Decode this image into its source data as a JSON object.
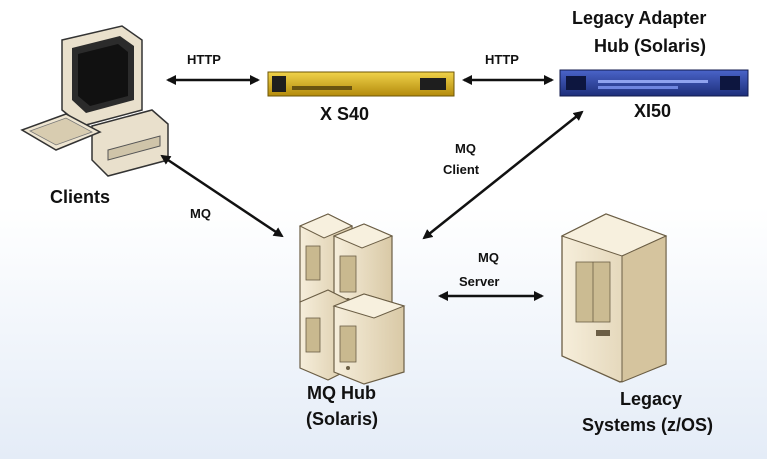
{
  "nodes": {
    "clients": "Clients",
    "xs40": "X S40",
    "xi50_title_line1": "Legacy Adapter",
    "xi50_title_line2": "Hub (Solaris)",
    "xi50": "XI50",
    "mq_hub_line1": "MQ Hub",
    "mq_hub_line2": "(Solaris)",
    "legacy_line1": "Legacy",
    "legacy_line2": "Systems (z/OS)"
  },
  "edges": {
    "clients_xs40": "HTTP",
    "xs40_xi50": "HTTP",
    "clients_mqhub": "MQ",
    "mqclient_line1": "MQ",
    "mqclient_line2": "Client",
    "mqserver_line1": "MQ",
    "mqserver_line2": "Server"
  },
  "colors": {
    "xs40_body": "#d6b01c",
    "xi50_body": "#2f46a6",
    "server_beige": "#ece0c5",
    "arrow": "#111111"
  }
}
